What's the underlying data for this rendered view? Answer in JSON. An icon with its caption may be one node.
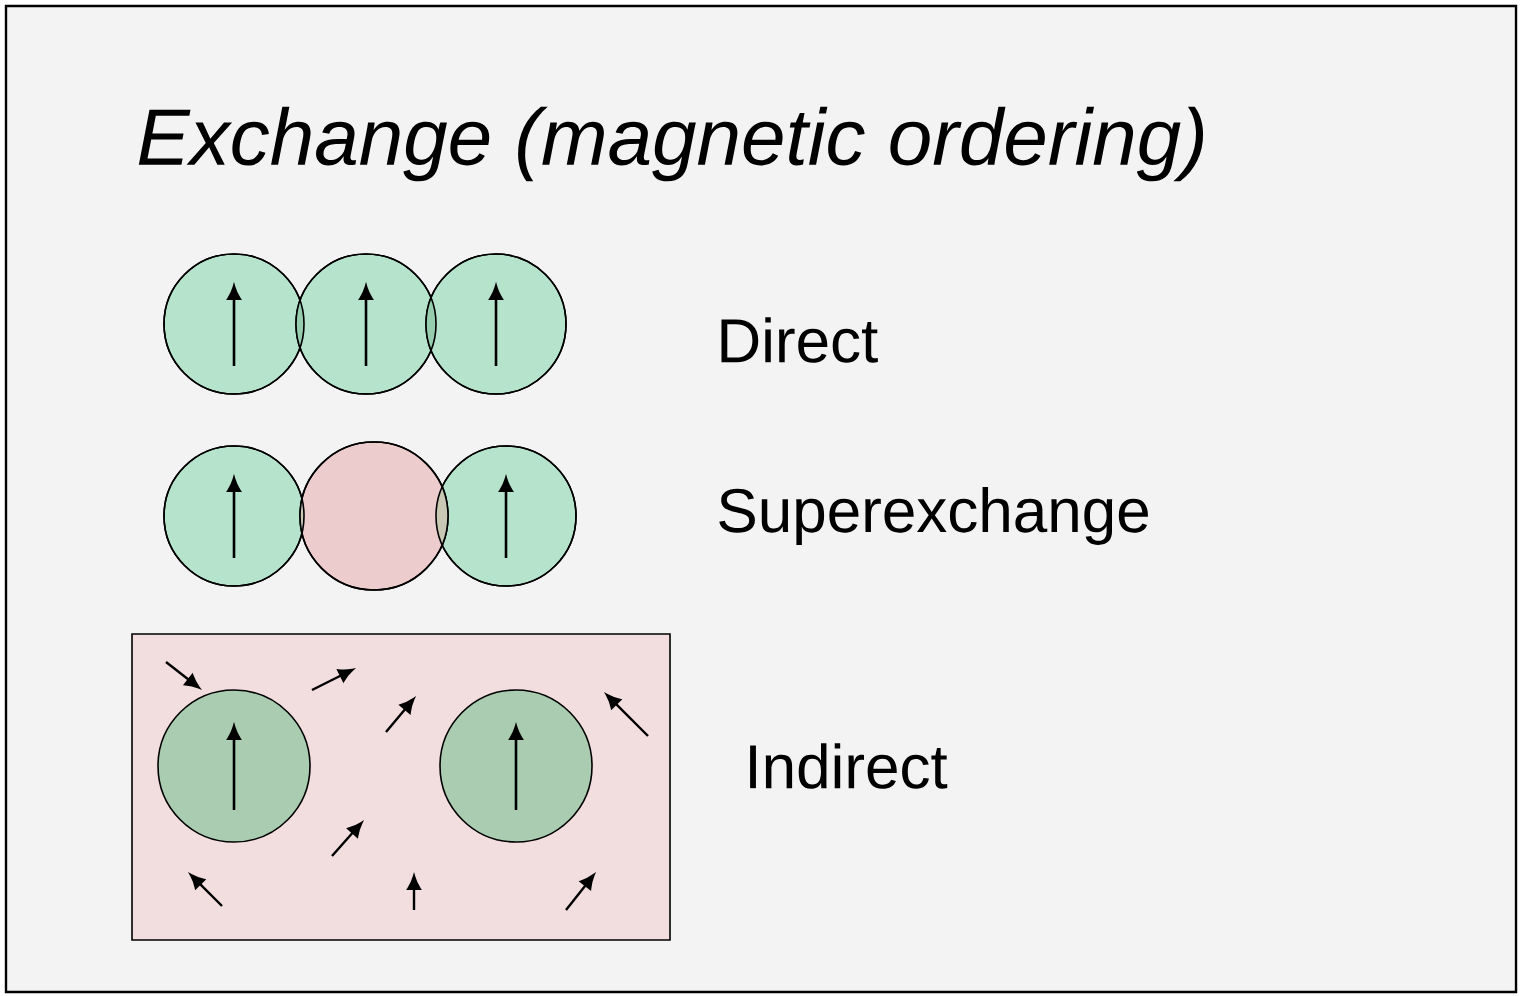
{
  "diagram": {
    "title": "Exchange (magnetic ordering)",
    "labels": [
      "Direct",
      "Superexchange",
      "Indirect"
    ]
  }
}
